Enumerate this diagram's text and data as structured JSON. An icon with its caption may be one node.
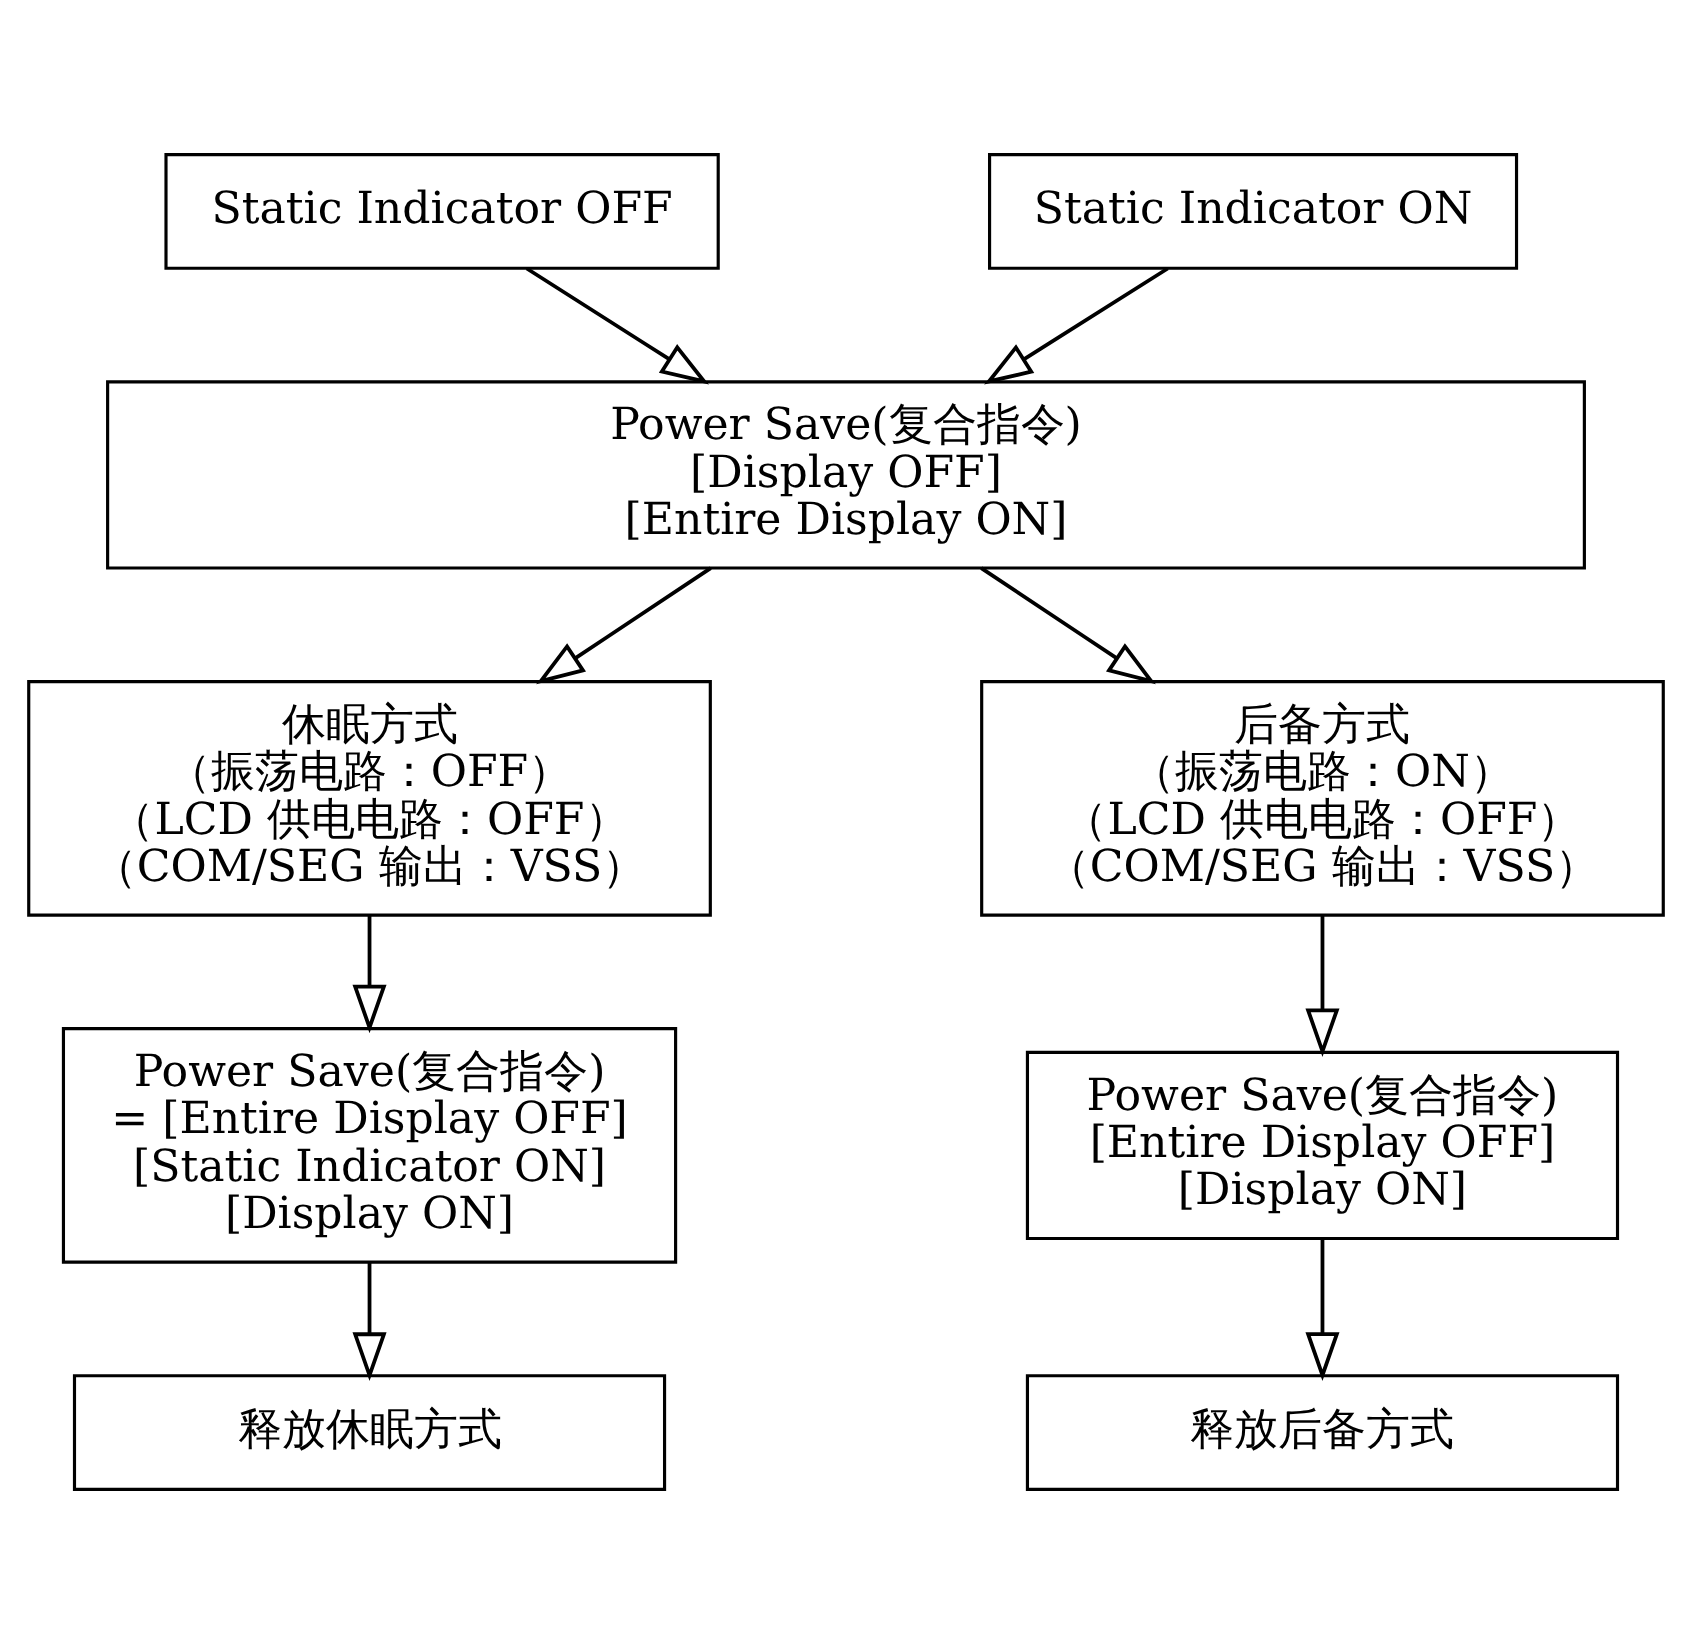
{
  "diagram": {
    "nodes": [
      {
        "text": [
          "Static Indicator OFF"
        ]
      },
      {
        "text": [
          "Static Indicator ON"
        ]
      },
      {
        "text": [
          "Power Save(复合指令)",
          "[Display OFF]",
          "[Entire Display ON]"
        ]
      },
      {
        "text": [
          "休眠方式",
          "（振荡电路：OFF）",
          "（LCD 供电电路：OFF）",
          "（COM/SEG 输出：VSS）"
        ]
      },
      {
        "text": [
          "后备方式",
          "（振荡电路：ON）",
          "（LCD 供电电路：OFF）",
          "（COM/SEG 输出：VSS）"
        ]
      },
      {
        "text": [
          "Power Save(复合指令)",
          "= [Entire Display OFF]",
          "[Static Indicator ON]",
          "[Display ON]"
        ]
      },
      {
        "text": [
          "Power Save(复合指令)",
          "[Entire Display OFF]",
          "[Display ON]"
        ]
      },
      {
        "text": [
          "释放休眠方式"
        ]
      },
      {
        "text": [
          "释放后备方式"
        ]
      }
    ],
    "edges": [
      {
        "from": 0,
        "to": 2,
        "arrow": "to"
      },
      {
        "from": 1,
        "to": 2,
        "arrow": "to"
      },
      {
        "from": 2,
        "to": 3,
        "arrow": "to"
      },
      {
        "from": 2,
        "to": 4,
        "arrow": "to"
      },
      {
        "from": 3,
        "to": 5,
        "arrow": "to"
      },
      {
        "from": 4,
        "to": 6,
        "arrow": "to"
      },
      {
        "from": 5,
        "to": 7,
        "arrow": "to"
      },
      {
        "from": 6,
        "to": 8,
        "arrow": "to"
      }
    ]
  }
}
